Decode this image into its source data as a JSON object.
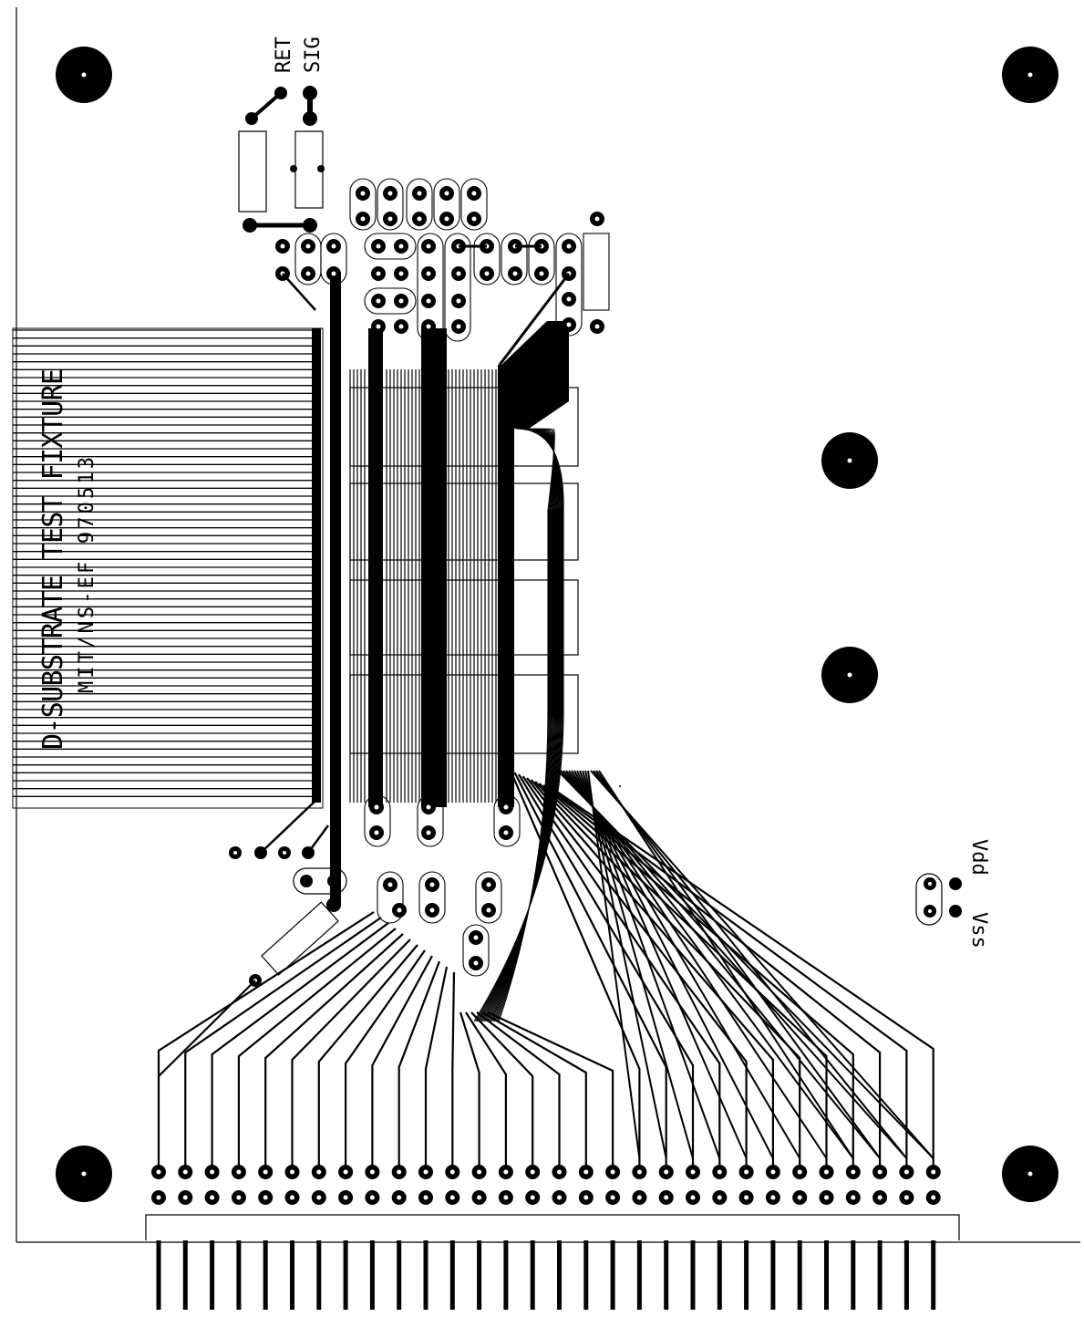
{
  "diagram": {
    "type": "pcb-layout",
    "colors": {
      "copper": "#000000",
      "board": "#ffffff"
    },
    "labels": {
      "ret": "RET",
      "sig": "SIG",
      "title": "D-SUBSTRATE TEST FIXTURE",
      "subtitle": "MIT/NS-EF 970513",
      "vdd": "Vdd",
      "vss": "Vss"
    },
    "edge_connector": {
      "pin_pairs": 30,
      "fingers": 30
    },
    "mounting_holes": 6,
    "flat_cable_conductors": 60
  }
}
